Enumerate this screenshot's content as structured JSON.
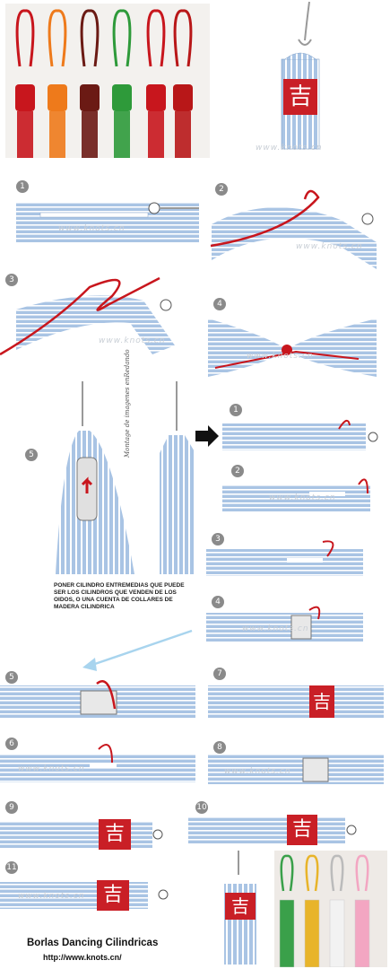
{
  "title": "Borlas Dancing Cilindricas",
  "url": "http://www.knots.cn/",
  "note": "PONER CILINDRO ENTREMEDIAS QUE PUEDE SER LOS CILINDROS QUE VENDEN DE LOS OIDOS, O UNA CUENTA DE COLLARES DE MADERA CILINDRICA",
  "vertical_caption": "Montage de imagenes enRedando",
  "watermark": "www.knots.cn",
  "chinese_seal": "吉",
  "steps_top": [
    "1",
    "2",
    "3",
    "4",
    "5"
  ],
  "steps_right": [
    "1",
    "2",
    "3",
    "4"
  ],
  "steps_bottom": [
    "5",
    "6",
    "7",
    "8",
    "9",
    "10",
    "11"
  ],
  "colors": {
    "string_blue": "#a9c4e4",
    "string_white": "#ffffff",
    "cord_red": "#c8161d",
    "band_red": "#c91f26",
    "arrow_black": "#111111",
    "arrow_light_blue": "#a8d4ee",
    "tassel_colors": [
      "#c8161d",
      "#ee7a1b",
      "#6b1a14",
      "#2e9a3a",
      "#c8161d",
      "#b81718"
    ],
    "bottom_tassel_colors": [
      "#3aa04a",
      "#e8b42a",
      "#f2f2f2",
      "#f3a6c2"
    ]
  }
}
